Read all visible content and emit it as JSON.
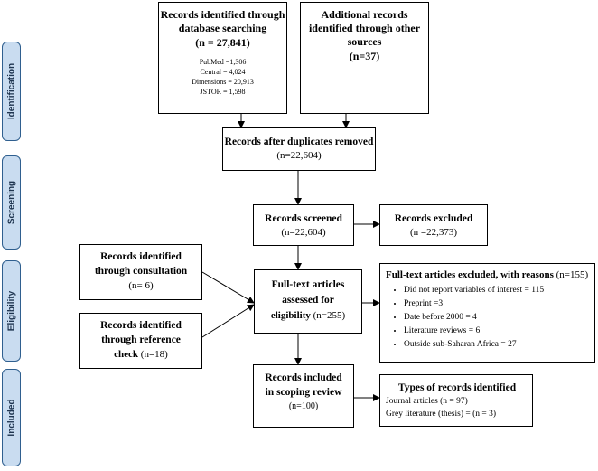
{
  "stages": [
    {
      "id": "identification",
      "label": "Identification"
    },
    {
      "id": "screening",
      "label": "Screening"
    },
    {
      "id": "eligibility",
      "label": "Eligibility"
    },
    {
      "id": "included",
      "label": "Included"
    }
  ],
  "db_search": {
    "title_line1": "Records identified through",
    "title_line2": "database searching",
    "count": "(n = 27,841)",
    "sources": [
      "PubMed =1,306",
      "Central = 4,024",
      "Dimensions = 20,913",
      "JSTOR = 1,598"
    ]
  },
  "other_sources": {
    "line1": "Additional records",
    "line2": "identified through other",
    "line3": "sources",
    "count": "(n=37)"
  },
  "duplicates": {
    "title": "Records after duplicates removed",
    "count": "(n=22,604)"
  },
  "screened": {
    "title": "Records screened",
    "count": "(n=22,604)"
  },
  "excluded": {
    "title": "Records excluded",
    "count": "(n =22,373)"
  },
  "consultation": {
    "line1": "Records identified",
    "line2": "through consultation",
    "count": "(n= 6)"
  },
  "reference_check": {
    "line1": "Records identified",
    "line2": "through reference",
    "line3_bold": "check",
    "line3_count": " (n=18)"
  },
  "fulltext": {
    "line1": "Full-text articles",
    "line2": "assessed for",
    "line3_bold": "eligibility",
    "line3_count": " (n=255)"
  },
  "fulltext_excluded": {
    "title": "Full-text articles excluded, with reasons",
    "count": "(n=155)",
    "reasons": [
      "Did not report variables of interest = 115",
      "Preprint =3",
      "Date before 2000 = 4",
      "Literature reviews = 6",
      "Outside sub-Saharan Africa = 27"
    ]
  },
  "included": {
    "line1": "Records included",
    "line2": "in scoping review",
    "count": "(n=100)"
  },
  "types": {
    "title": "Types of records identified",
    "items": [
      "Journal articles (n = 97)",
      "Grey literature (thesis) = (n = 3)"
    ]
  }
}
